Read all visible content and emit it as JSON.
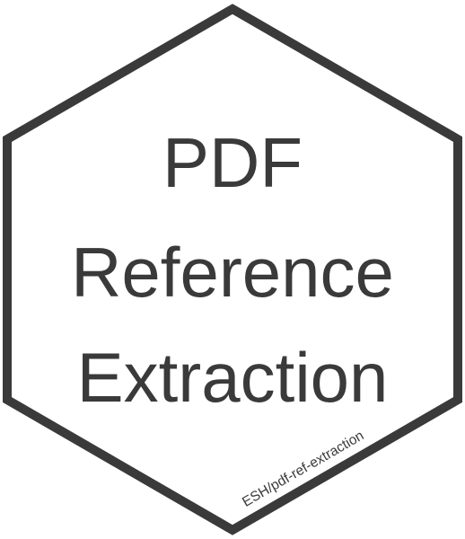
{
  "logo": {
    "title_lines": [
      "PDF",
      "Reference",
      "Extraction"
    ],
    "url": "ESH/pdf-ref-extraction",
    "colors": {
      "stroke": "#3a3a3a",
      "text": "#3a3a3a",
      "background": "#ffffff"
    }
  }
}
